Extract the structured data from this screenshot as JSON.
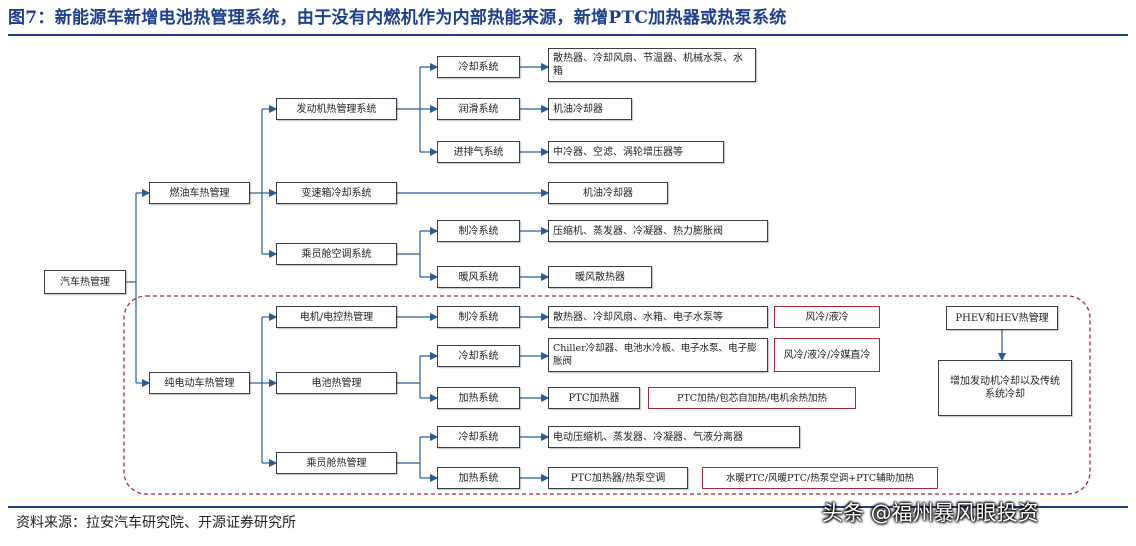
{
  "title": "图7：新能源车新增电池热管理系统，由于没有内燃机作为内部热能来源，新增PTC加热器或热泵系统",
  "source": "资料来源：拉安汽车研究院、开源证券研究所",
  "watermark": "头条 @福州暴风眼投资",
  "colors": {
    "title": "#1d3f8c",
    "connector": "#2b5f93",
    "dashed_region": "#a8283a",
    "box_border": "#3a3f47"
  },
  "diagram": {
    "root": "汽车热管理",
    "fuel": {
      "label": "燃油车热管理",
      "engine": {
        "label": "发动机热管理系统",
        "cooling": {
          "label": "冷却系统",
          "parts": "散热器、冷却风扇、节温器、机械水泵、水箱"
        },
        "lubrication": {
          "label": "润滑系统",
          "parts": "机油冷却器"
        },
        "intake": {
          "label": "进排气系统",
          "parts": "中冷器、空滤、涡轮增压器等"
        }
      },
      "transmission": {
        "label": "变速箱冷却系统",
        "parts": "机油冷却器"
      },
      "ac": {
        "label": "乘员舱空调系统",
        "cooling": {
          "label": "制冷系统",
          "parts": "压缩机、蒸发器、冷凝器、热力膨胀阀"
        },
        "heating": {
          "label": "暖风系统",
          "parts": "暖风散热器"
        }
      }
    },
    "ev": {
      "label": "纯电动车热管理",
      "motor": {
        "label": "电机/电控热管理",
        "cooling": {
          "label": "制冷系统",
          "parts": "散热器、冷却风扇、水箱、电子水泵等",
          "new": "风冷/液冷"
        }
      },
      "battery": {
        "label": "电池热管理",
        "cooling": {
          "label": "冷却系统",
          "parts": "Chiller冷却器、电池水冷板、电子水泵、电子膨胀阀",
          "new": "风冷/液冷/冷媒直冷"
        },
        "heating": {
          "label": "加热系统",
          "parts": "PTC加热器",
          "new": "PTC加热/包芯自加热/电机余热加热"
        }
      },
      "cabin": {
        "label": "乘员舱热管理",
        "cooling": {
          "label": "冷却系统",
          "parts": "电动压缩机、蒸发器、冷凝器、气液分离器"
        },
        "heating": {
          "label": "加热系统",
          "parts": "PTC加热器/热泵空调",
          "new": "水暖PTC/风暖PTC/热泵空调+PTC辅助加热"
        }
      },
      "note": {
        "label": "PHEV和HEV热管理",
        "desc": "增加发动机冷却以及传统系统冷却"
      }
    }
  }
}
